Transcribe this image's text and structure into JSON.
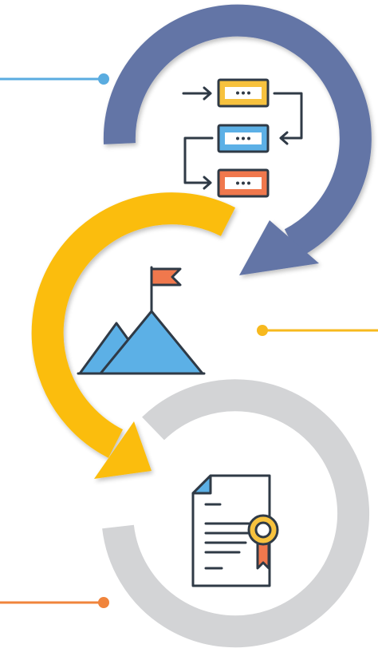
{
  "colors": {
    "background": "#ffffff",
    "arc_top": "#6375a6",
    "arc_middle": "#fbbd10",
    "arc_bottom": "#d3d4d6",
    "connector_top": "#5aace0",
    "connector_middle": "#f7b91e",
    "connector_bottom": "#f0843c",
    "icon_outline": "#2f3a46",
    "flow_box_yellow": "#f7c23e",
    "flow_box_blue": "#5cb0e6",
    "flow_box_orange": "#f0784d",
    "mountain_blue": "#5cb0e6",
    "flag_orange": "#f0784d",
    "document_blue": "#5cb0e6",
    "seal_gold": "#f7c23e",
    "ribbon_orange": "#f0784d"
  },
  "steps": [
    {
      "id": "flow",
      "icon": "flowchart-icon",
      "connector_side": "left"
    },
    {
      "id": "goal",
      "icon": "mountain-flag-icon",
      "connector_side": "right"
    },
    {
      "id": "certify",
      "icon": "certificate-icon",
      "connector_side": "left"
    }
  ]
}
